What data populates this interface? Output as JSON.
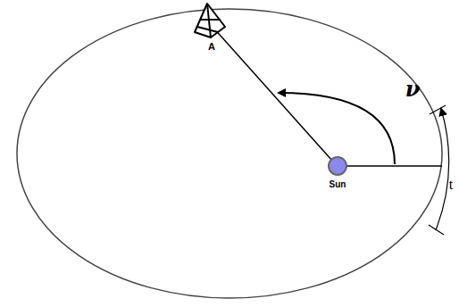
{
  "diagram": {
    "labels": [
      "A",
      "Sun",
      "ν",
      "t"
    ]
  }
}
